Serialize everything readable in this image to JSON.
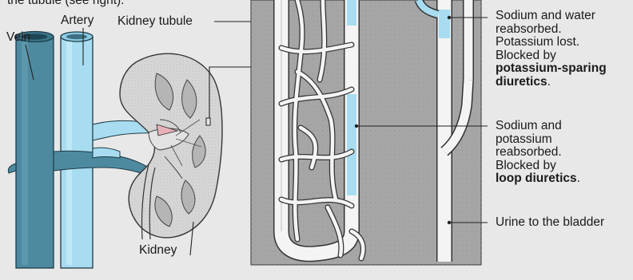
{
  "top_fragment": "the tubule (see right).",
  "labels": {
    "vein": "Vein",
    "artery": "Artery",
    "kidney_tubule": "Kidney tubule",
    "kidney": "Kidney"
  },
  "annotations": {
    "a1": {
      "line1": "Sodium and water",
      "line2": "reabsorbed.",
      "line3": "Potassium lost.",
      "line4": "Blocked by",
      "bold1": "potassium-sparing",
      "bold2": "diuretics",
      "period": "."
    },
    "a2": {
      "line1": "Sodium and",
      "line2": "potassium",
      "line3": "reabsorbed.",
      "line4": "Blocked by",
      "bold1": "loop diuretics",
      "period": "."
    },
    "a3": {
      "line1": "Urine to the bladder"
    }
  },
  "colors": {
    "background": "#e8e8e8",
    "vein": "#4d8aa0",
    "artery": "#a8dcf0",
    "kidney_panel": "#a6a6a6",
    "tubule": "#f4f4f4",
    "reabsorption_highlight": "#a8dcf0"
  }
}
